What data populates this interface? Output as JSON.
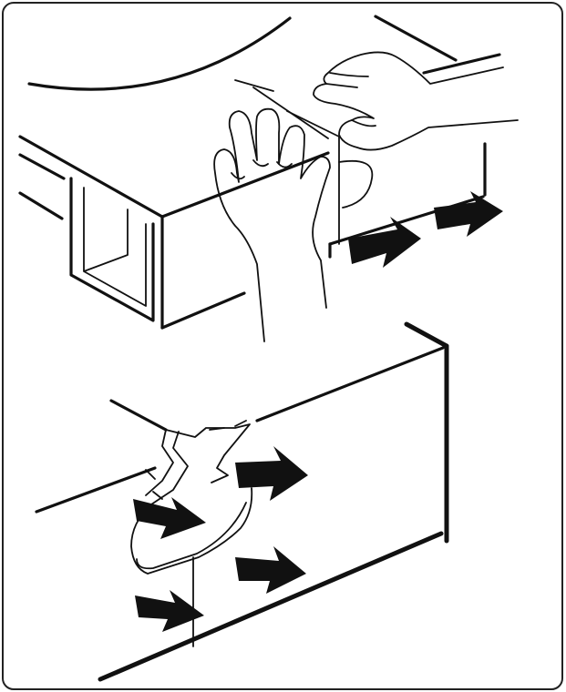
{
  "illustration": {
    "panels": [
      {
        "id": "top",
        "subject": "hands-pressing-tape-onto-box-corner",
        "arrow_count": 2
      },
      {
        "id": "bottom",
        "subject": "tape-pressed-on-panel-edge",
        "arrow_count": 4
      }
    ],
    "colors": {
      "ink": "#111111",
      "background": "#ffffff",
      "frame": "#222222"
    }
  }
}
